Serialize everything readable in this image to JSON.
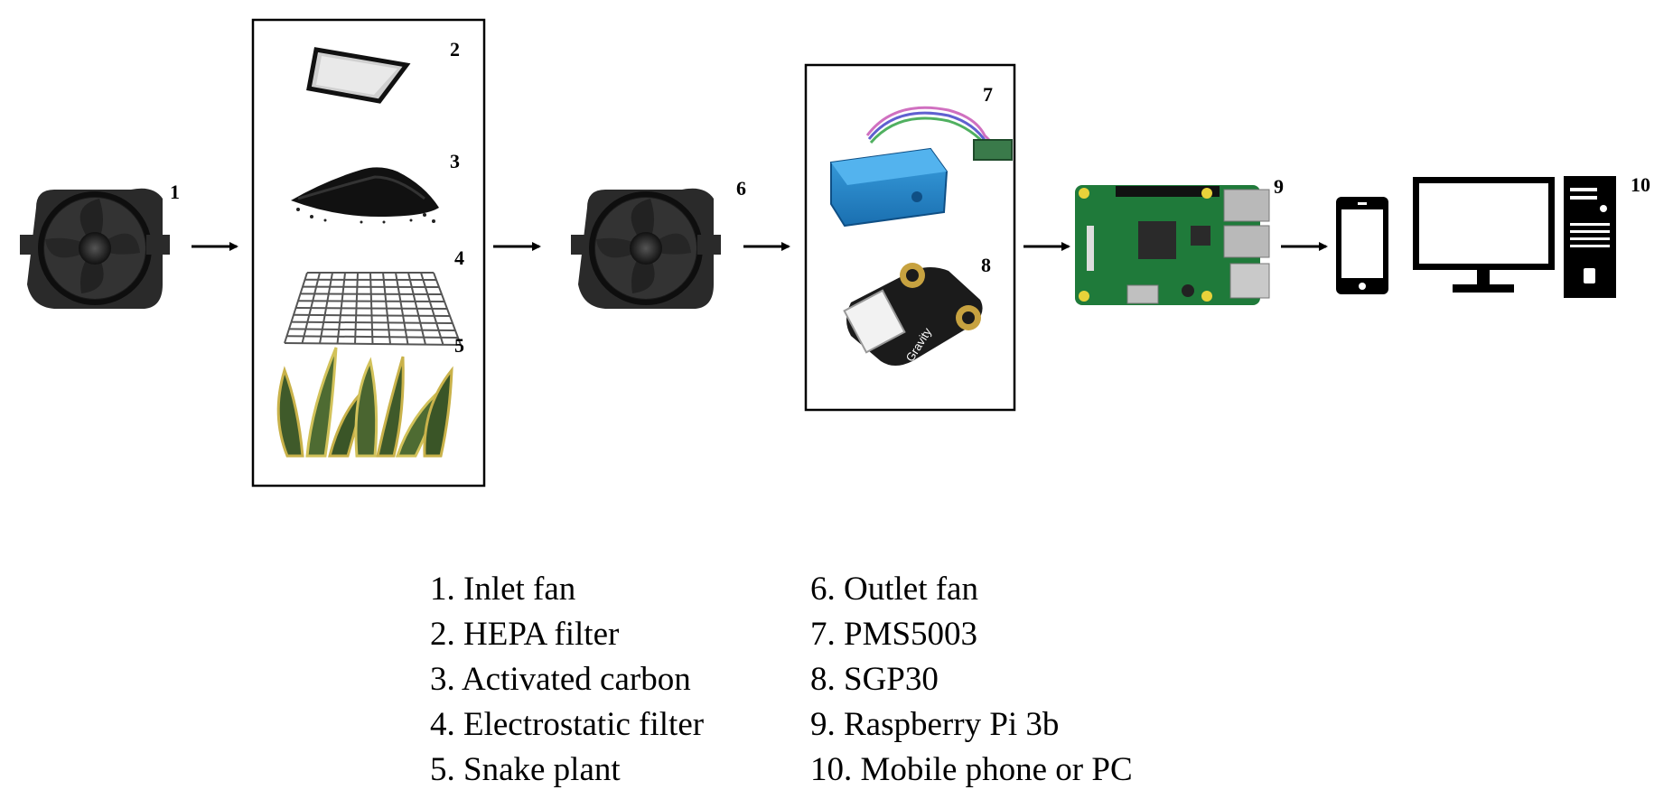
{
  "numbers": {
    "n1": "1",
    "n2": "2",
    "n3": "3",
    "n4": "4",
    "n5": "5",
    "n6": "6",
    "n7": "7",
    "n8": "8",
    "n9": "9",
    "n10": "10"
  },
  "sensor_label": "Gravity",
  "legend": {
    "left": [
      "1. Inlet fan",
      "2. HEPA filter",
      "3. Activated carbon",
      "4. Electrostatic filter",
      "5. Snake plant"
    ],
    "right": [
      "6. Outlet fan",
      "7. PMS5003",
      "8. SGP30",
      "9. Raspberry Pi 3b",
      "10. Mobile phone or PC"
    ]
  },
  "icons": [
    "fan-icon",
    "hepa-filter-icon",
    "activated-carbon-icon",
    "electrostatic-filter-icon",
    "snake-plant-icon",
    "pms5003-sensor-icon",
    "sgp30-sensor-icon",
    "raspberry-pi-icon",
    "mobile-phone-icon",
    "monitor-icon",
    "pc-tower-icon"
  ]
}
